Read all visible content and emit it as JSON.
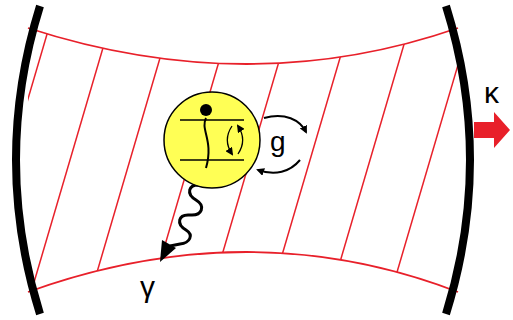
{
  "diagram": {
    "labels": [
      "g",
      "κ",
      "γ"
    ]
  }
}
